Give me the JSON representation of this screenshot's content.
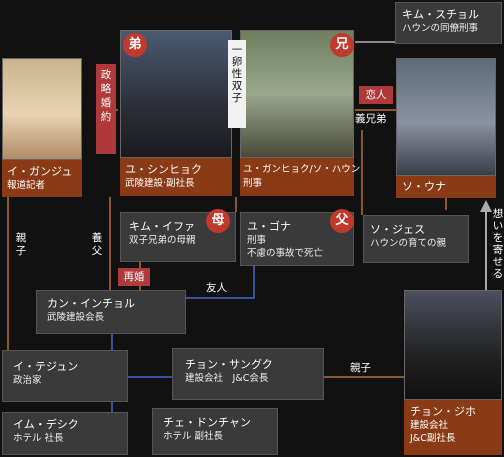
{
  "people": {
    "kang_ju": {
      "name": "イ・ガンジュ",
      "role": "報道記者"
    },
    "shin_hyuk": {
      "name": "ユ・シンヒョク",
      "role": "武陵建設·副社長"
    },
    "kang_hyuk": {
      "name": "ユ・ガンヒョク/ソ・ハウン",
      "role": "刑事"
    },
    "kim_scholl": {
      "name": "キム・スチョル",
      "role": "ハウンの同僚刑事"
    },
    "so_una": {
      "name": "ソ・ウナ",
      "role": ""
    },
    "kim_ifa": {
      "name": "キム・イファ",
      "role": "双子兄弟の母親"
    },
    "yu_gona": {
      "name": "ユ・ゴナ",
      "role1": "刑事",
      "role2": "不慮の事故で死亡"
    },
    "so_jesu": {
      "name": "ソ・ジェス",
      "role": "ハウンの育ての親"
    },
    "kang_incheol": {
      "name": "カン・インチョル",
      "role": "武陵建設会長"
    },
    "lee_tejun": {
      "name": "イ・テジュン",
      "role": "政治家"
    },
    "chon_sanguk": {
      "name": "チョン・サングク",
      "role": "建設会社　J&C会長"
    },
    "im_deshik": {
      "name": "イム・デシク",
      "role": "ホテル 社長"
    },
    "che_donchan": {
      "name": "チェ・ドンチャン",
      "role": "ホテル 副社長"
    },
    "chon_jiho": {
      "name": "チョン・ジホ",
      "role1": "建設会社",
      "role2": "J&C副社長"
    }
  },
  "labels": {
    "younger": "弟",
    "older": "兄",
    "twins": "一卵性双子",
    "political_marriage": "政略婚約",
    "lovers": "恋人",
    "brother_in_law": "義兄弟",
    "mother": "母",
    "father": "父",
    "remarriage": "再婚",
    "friend": "友人",
    "parent_child_1": "親子",
    "adoptive_father": "養父",
    "parent_child_2": "親子",
    "feelings": "想いを寄せる"
  },
  "colors": {
    "brown_line": "#8a5a2c",
    "blue_line": "#3a4fa0",
    "gray_line": "#8a8a8a",
    "caption_bg": "#8a3a14",
    "tag_red": "#b03a3a"
  }
}
